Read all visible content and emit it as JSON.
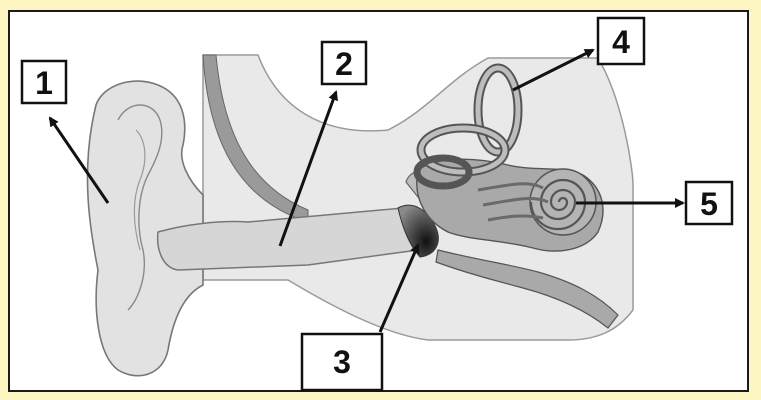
{
  "labels": [
    {
      "id": "label-1",
      "text": "1"
    },
    {
      "id": "label-2",
      "text": "2"
    },
    {
      "id": "label-3",
      "text": "3"
    },
    {
      "id": "label-4",
      "text": "4"
    },
    {
      "id": "label-5",
      "text": "5"
    }
  ],
  "colors": {
    "page_background": "#fdf6c3",
    "frame_background": "#ffffff",
    "outer_ear": "#e2e2e2",
    "head_region": "#e9e9e9",
    "canal": "#d6d6d6",
    "inner_ear": "#a9a9a9",
    "outline": "#555555",
    "arrow": "#111111"
  }
}
